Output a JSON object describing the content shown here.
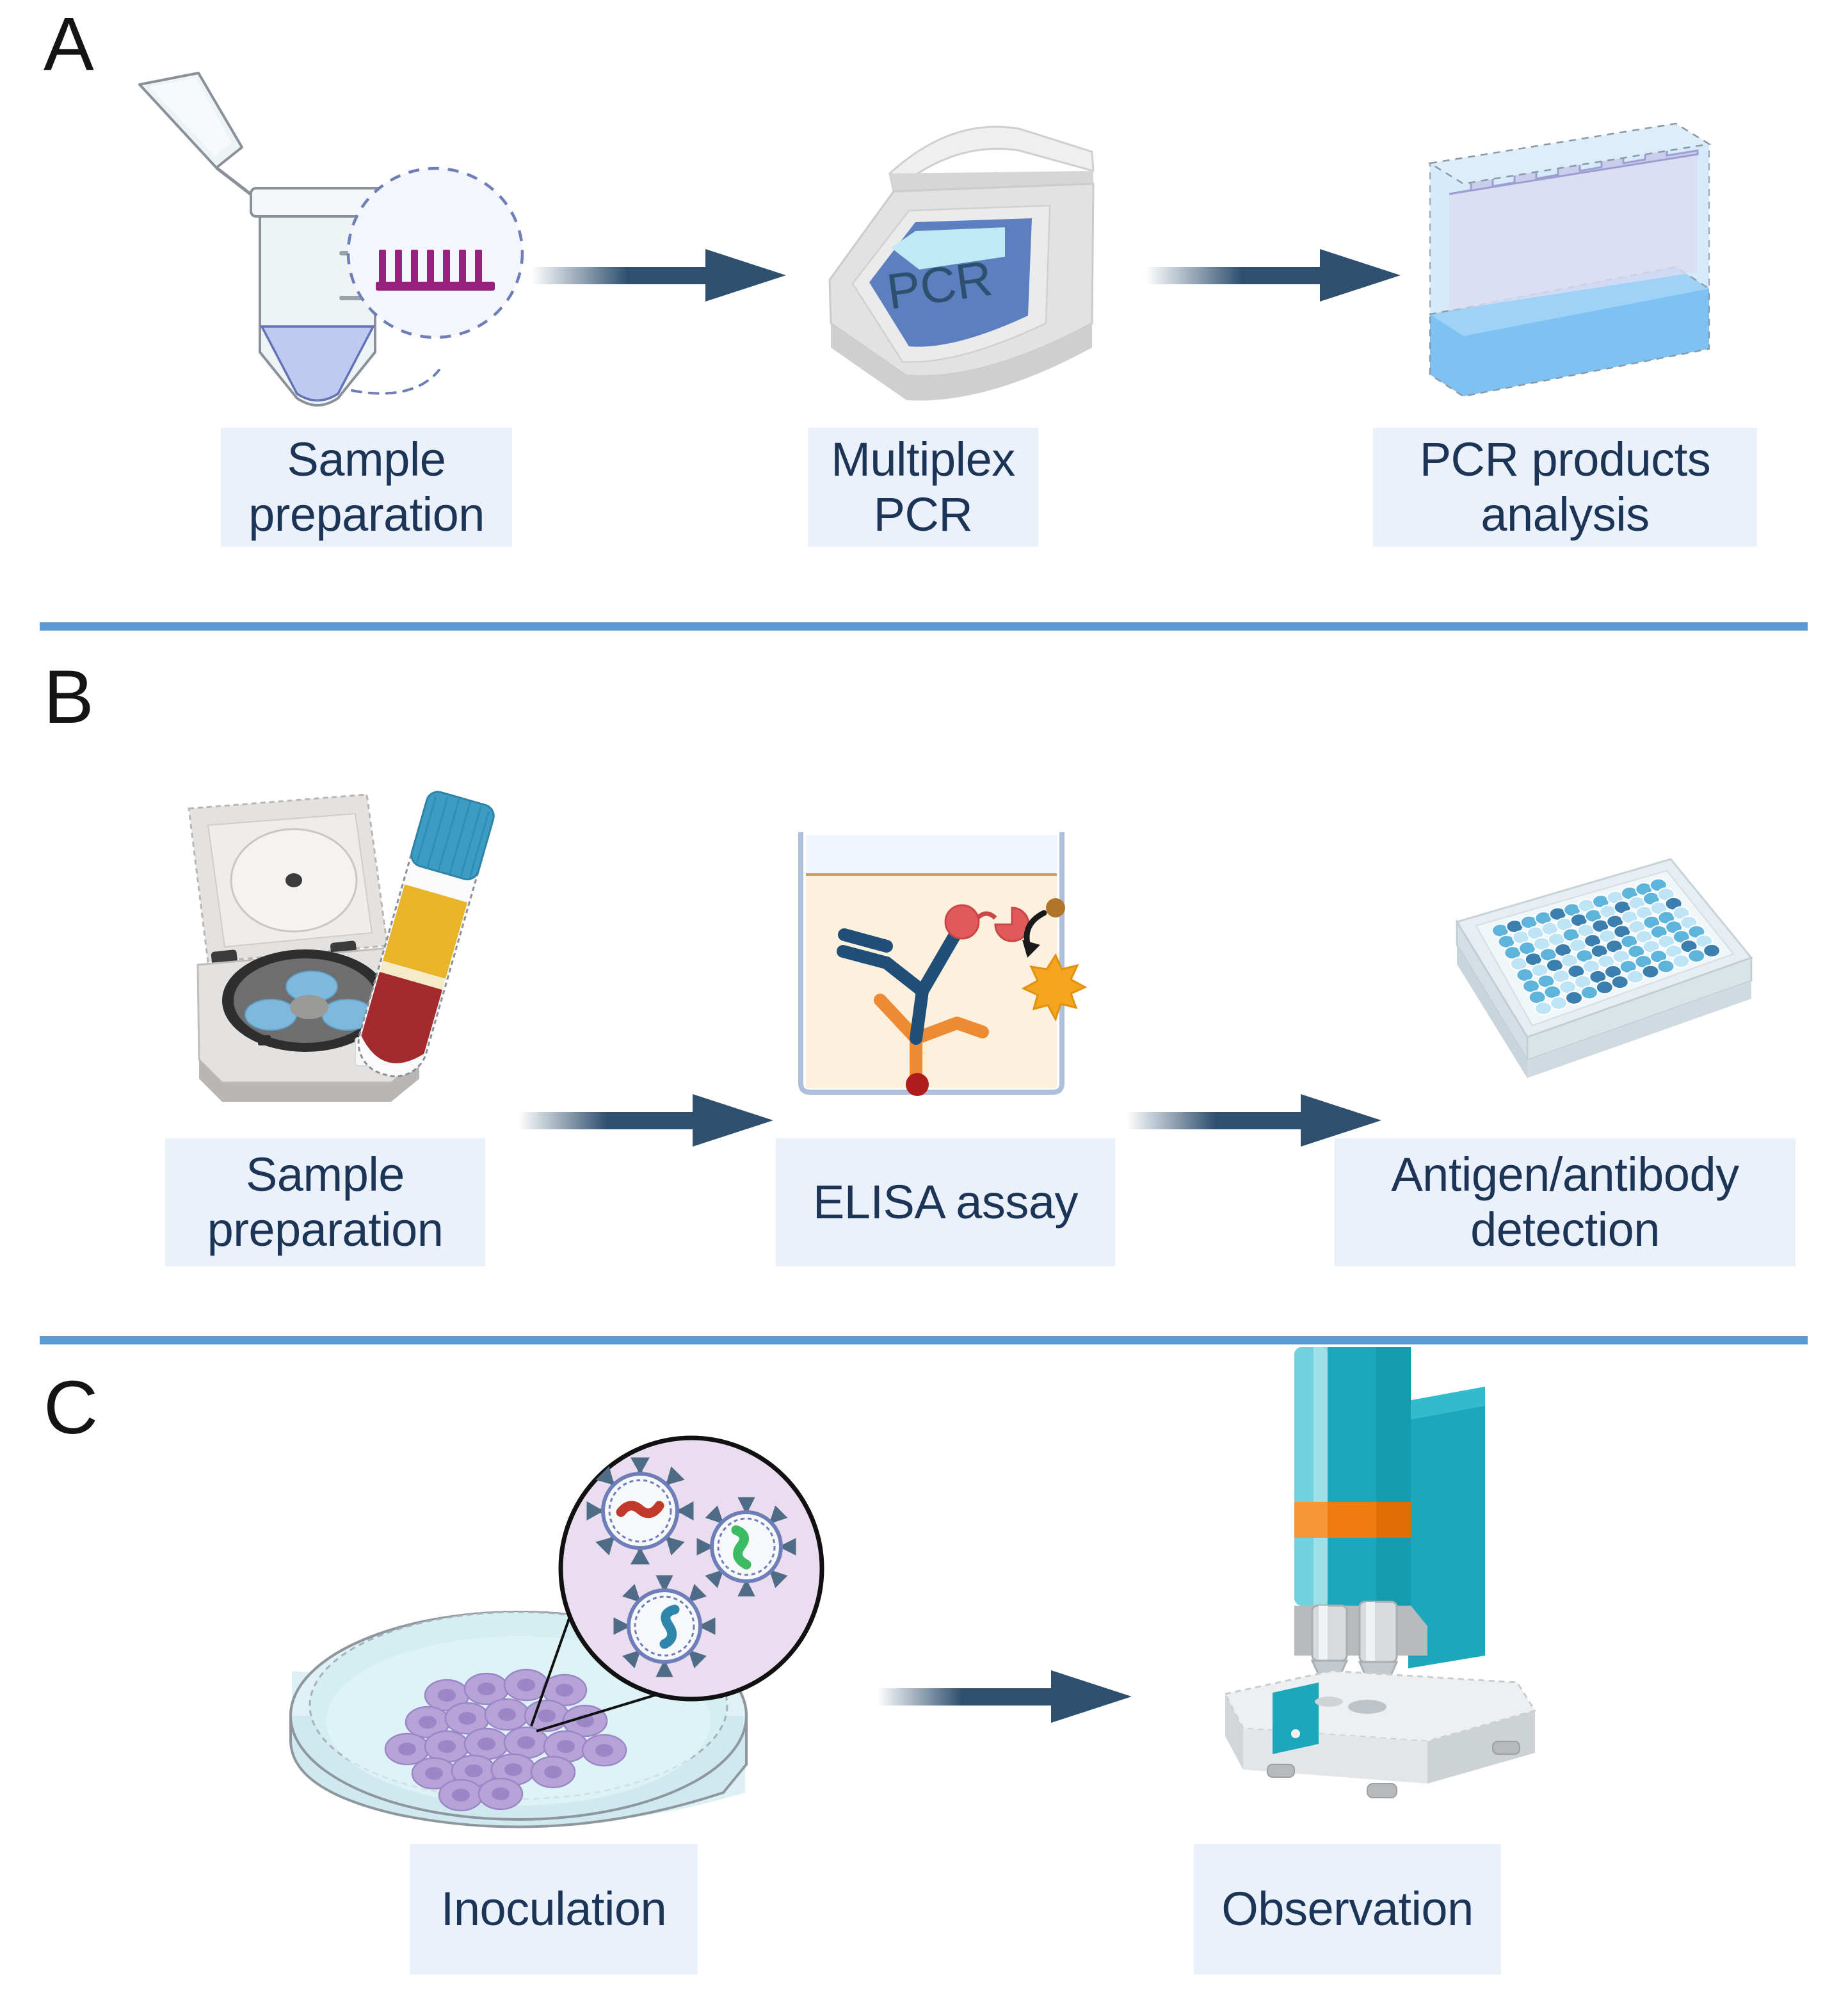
{
  "figure": {
    "background_color": "#FFFFFF",
    "divider_color": "#5B9BD5",
    "label_box_color": "#EAF1FA",
    "label_text_color": "#1C3557",
    "arrow_color": "#2E4F6E",
    "panel_letter_color": "#141414"
  },
  "panels": [
    {
      "letter": "A",
      "steps": [
        {
          "label_line1": "Sample",
          "label_line2": "preparation",
          "icon": "microcentrifuge-tube-with-dna-primers-icon"
        },
        {
          "label_line1": "Multiplex",
          "label_line2": "PCR",
          "icon": "pcr-thermocycler-icon",
          "device_text": "PCR"
        },
        {
          "label_line1": "PCR products",
          "label_line2": "analysis",
          "icon": "gel-electrophoresis-tray-icon"
        }
      ],
      "arrows": 2
    },
    {
      "letter": "B",
      "steps": [
        {
          "label_line1": "Sample",
          "label_line2": "preparation",
          "icon": "centrifuge-with-blood-tube-icon"
        },
        {
          "label_line1": "ELISA assay",
          "label_line2": "",
          "icon": "elisa-sandwich-assay-icon"
        },
        {
          "label_line1": "Antigen/antibody",
          "label_line2": "detection",
          "icon": "microplate-96-well-icon"
        }
      ],
      "arrows": 2
    },
    {
      "letter": "C",
      "steps": [
        {
          "label_line1": "Inoculation",
          "label_line2": "",
          "icon": "petri-dish-with-virus-magnifier-icon"
        },
        {
          "label_line1": "Observation",
          "label_line2": "",
          "icon": "inverted-microscope-icon"
        }
      ],
      "arrows": 1
    }
  ],
  "colors": {
    "tube_liquid": "#BCC8F0",
    "tube_glass": "#EEF3F3",
    "tube_outline": "#8A9099",
    "primer_purple": "#96227E",
    "magnifier_outline": "#6E7EB8",
    "pcr_body": "#E2E2E2",
    "pcr_screen": "#5C7FBF",
    "pcr_display": "#BFEAF5",
    "pcr_text": "#2E4F6E",
    "gel_tray": "#CDE6FA",
    "gel_base": "#7DC2F2",
    "gel_comb": "#C8C4E8",
    "centrifuge_body": "#E4E2E0",
    "centrifuge_rotor": "#7FB8DD",
    "blood_red": "#A32A2E",
    "serum_yellow": "#E8B52A",
    "tube_cap_blue": "#3C9CC4",
    "elisa_fluid": "#FDF0DC",
    "elisa_top": "#EFF6FD",
    "antibody_blue": "#1F4E79",
    "antibody_orange": "#EE8A33",
    "enzyme_red": "#E05A5A",
    "antigen_darkred": "#B01B1B",
    "substrate_orange": "#F5A41F",
    "plate_body": "#E6EEF2",
    "well_light": "#BFE4F5",
    "well_mid": "#5FB4DC",
    "well_dark": "#3A7FAE",
    "dish_medium": "#D4EEF2",
    "cell_purple": "#B6A3D8",
    "cell_nucleus": "#9B86C8",
    "magnifier_fill": "#EADDF0",
    "virus_envelope": "#6E7EB8",
    "virus_spike": "#4F6B86",
    "genome_red": "#C0392B",
    "genome_green": "#3DBB63",
    "genome_blue": "#2E86AB",
    "scope_teal": "#1BA8BC",
    "scope_teal_light": "#72D2DD",
    "scope_orange": "#F07B10",
    "scope_base": "#DDDDDD",
    "scope_metal": "#C8CCCF"
  }
}
